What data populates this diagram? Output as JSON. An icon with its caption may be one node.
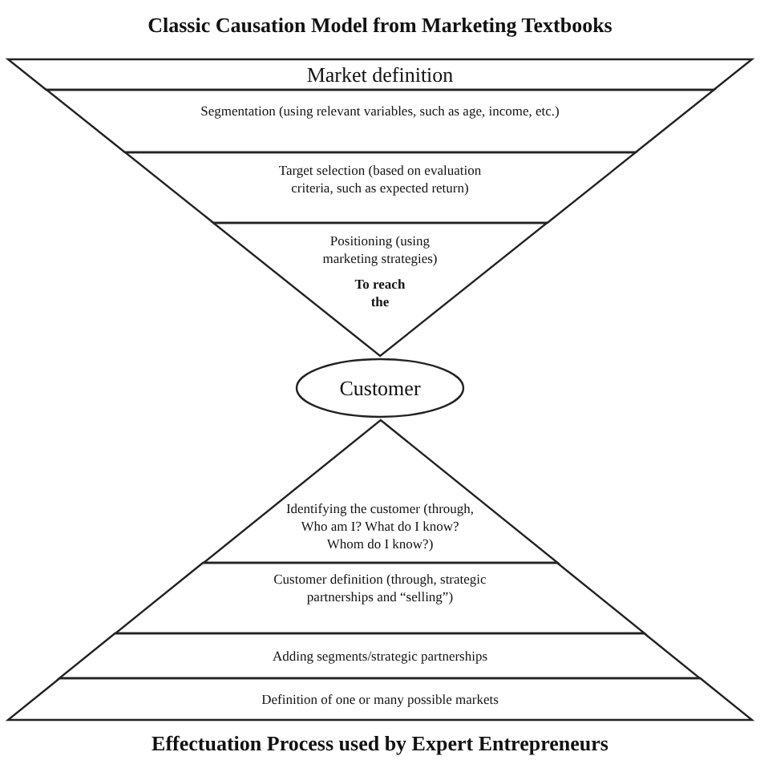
{
  "diagram": {
    "title": "Classic Causation Model from Marketing Textbooks",
    "caption": "Effectuation Process used by Expert Entrepreneurs",
    "nodes": [
      {
        "text": [
          "Market definition"
        ]
      },
      {
        "text": [
          "Segmentation (using relevant variables, such as age, income, etc.)"
        ]
      },
      {
        "text": [
          "Target selection (based on evaluation criteria, such as expected return)"
        ]
      },
      {
        "text": [
          "Positioning (using marketing strategies)",
          "To reach the"
        ]
      },
      {
        "text": [
          "Customer"
        ]
      },
      {
        "text": [
          "Identifying the customer (through, Who am I? What do I know? Whom do I know?)"
        ]
      },
      {
        "text": [
          "Customer definition (through, strategic partnerships and “selling”)"
        ]
      },
      {
        "text": [
          "Adding segments/strategic partnerships"
        ]
      },
      {
        "text": [
          "Definition of one or many possible markets"
        ]
      }
    ]
  }
}
